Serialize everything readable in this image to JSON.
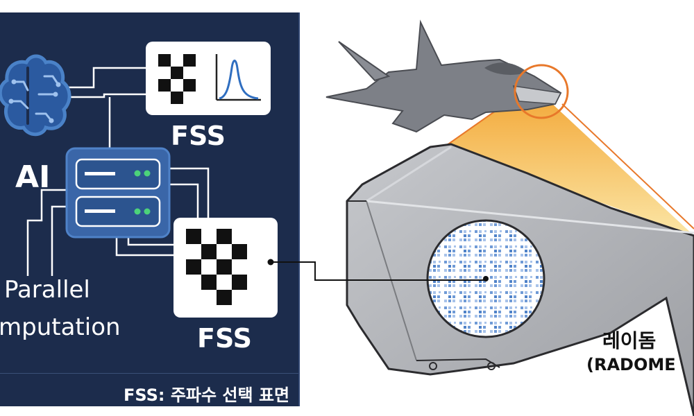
{
  "left_panel": {
    "ai_label": "AI",
    "fss_top_label": "FSS",
    "fss_bottom_label": "FSS",
    "parallel_label": "Parallel",
    "computation_label": "mputation",
    "footer": "FSS: 주파수 선택 표면"
  },
  "right_panel": {
    "radome_label": "레이돔",
    "radome_sub": "(RADOME"
  },
  "colors": {
    "panel_bg": "#1c2c4c",
    "accent_blue": "#3f74b8",
    "server_blue": "#4a78b5",
    "led_green": "#4cd37a",
    "highlight_orange": "#e8782a",
    "beam_yellow": "#f7c24a",
    "radome_gray": "#a9abb0"
  },
  "icons": [
    "brain-icon",
    "server-icon",
    "checker-pattern-icon",
    "gaussian-peak-icon",
    "fighter-jet-icon",
    "radome-icon"
  ]
}
